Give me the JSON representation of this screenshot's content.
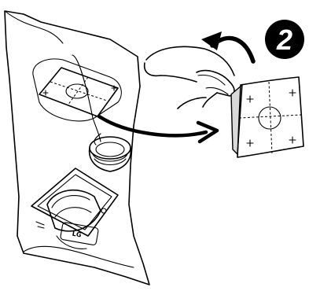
{
  "step": {
    "number": "2"
  },
  "device": {
    "badge_text": "LG"
  },
  "colors": {
    "ink": "#000000",
    "paper": "#ffffff",
    "badge": "#000000",
    "flap_shadow": "#d9d9d9"
  },
  "icons": {
    "step_badge": "step-number-badge",
    "rotate_arrow": "curved-arrow-icon",
    "move_arrow": "move-arrow-icon"
  }
}
